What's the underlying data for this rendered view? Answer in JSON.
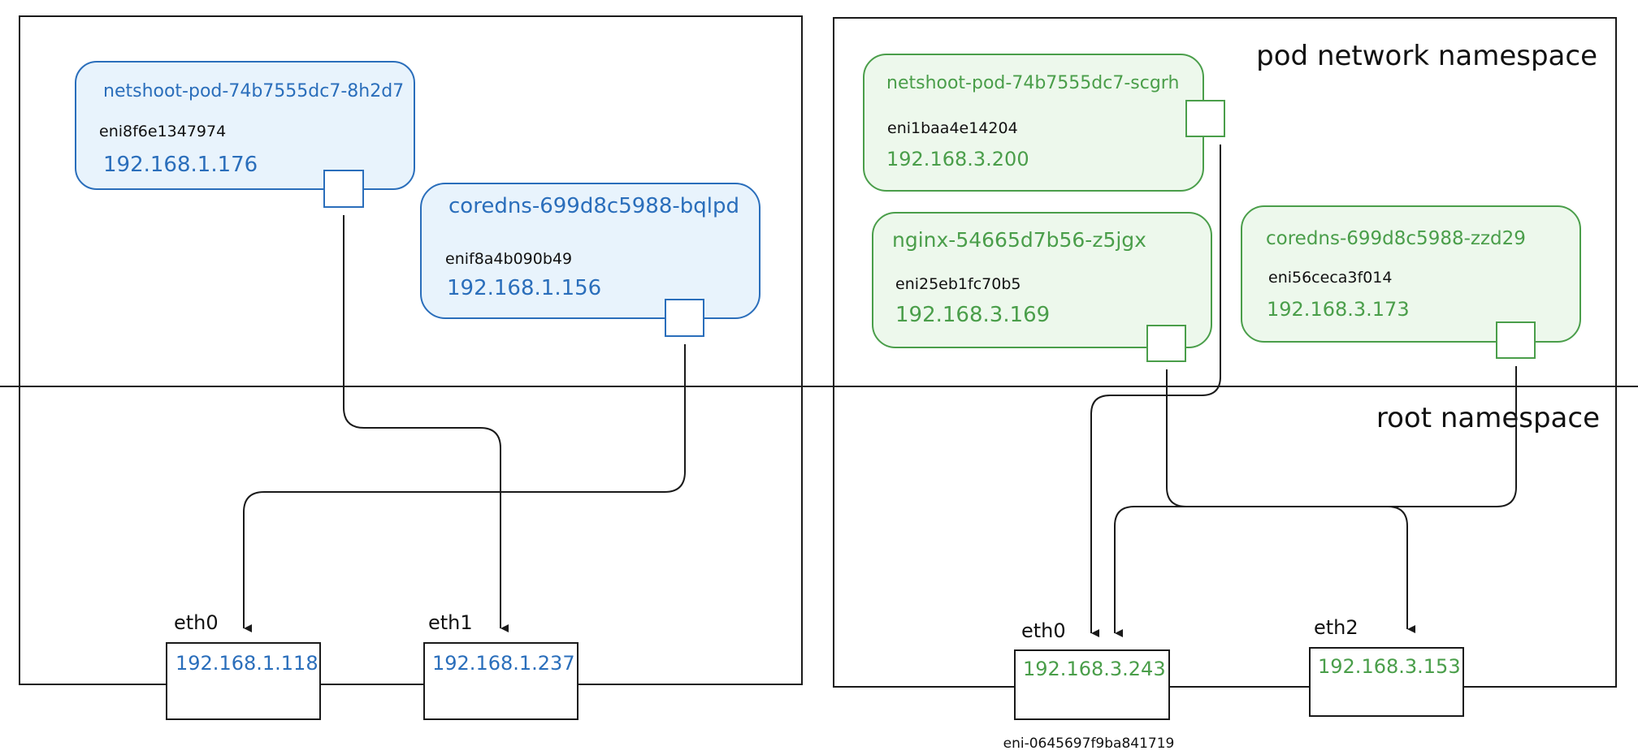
{
  "namespaces": {
    "pod_label": "pod network namespace",
    "root_label": "root namespace"
  },
  "colors": {
    "blue": "#2a6ebb",
    "blue_fill": "#e8f3fc",
    "green": "#4a9e4a",
    "green_fill": "#edf8ec",
    "line": "#1a1a1a"
  },
  "nodes": [
    {
      "pods": [
        {
          "name": "netshoot-pod-74b7555dc7-8h2d7",
          "eni": "eni8f6e1347974",
          "ip": "192.168.1.176"
        },
        {
          "name": "coredns-699d8c5988-bqlpd",
          "eni": "enif8a4b090b49",
          "ip": "192.168.1.156"
        }
      ],
      "interfaces": [
        {
          "label": "eth0",
          "ip": "192.168.1.118"
        },
        {
          "label": "eth1",
          "ip": "192.168.1.237"
        }
      ]
    },
    {
      "pods": [
        {
          "name": "netshoot-pod-74b7555dc7-scgrh",
          "eni": "eni1baa4e14204",
          "ip": "192.168.3.200"
        },
        {
          "name": "nginx-54665d7b56-z5jgx",
          "eni": "eni25eb1fc70b5",
          "ip": "192.168.3.169"
        },
        {
          "name": "coredns-699d8c5988-zzd29",
          "eni": "eni56ceca3f014",
          "ip": "192.168.3.173"
        }
      ],
      "interfaces": [
        {
          "label": "eth0",
          "ip": "192.168.3.243",
          "eni": "eni-0645697f9ba841719"
        },
        {
          "label": "eth2",
          "ip": "192.168.3.153"
        }
      ]
    }
  ]
}
